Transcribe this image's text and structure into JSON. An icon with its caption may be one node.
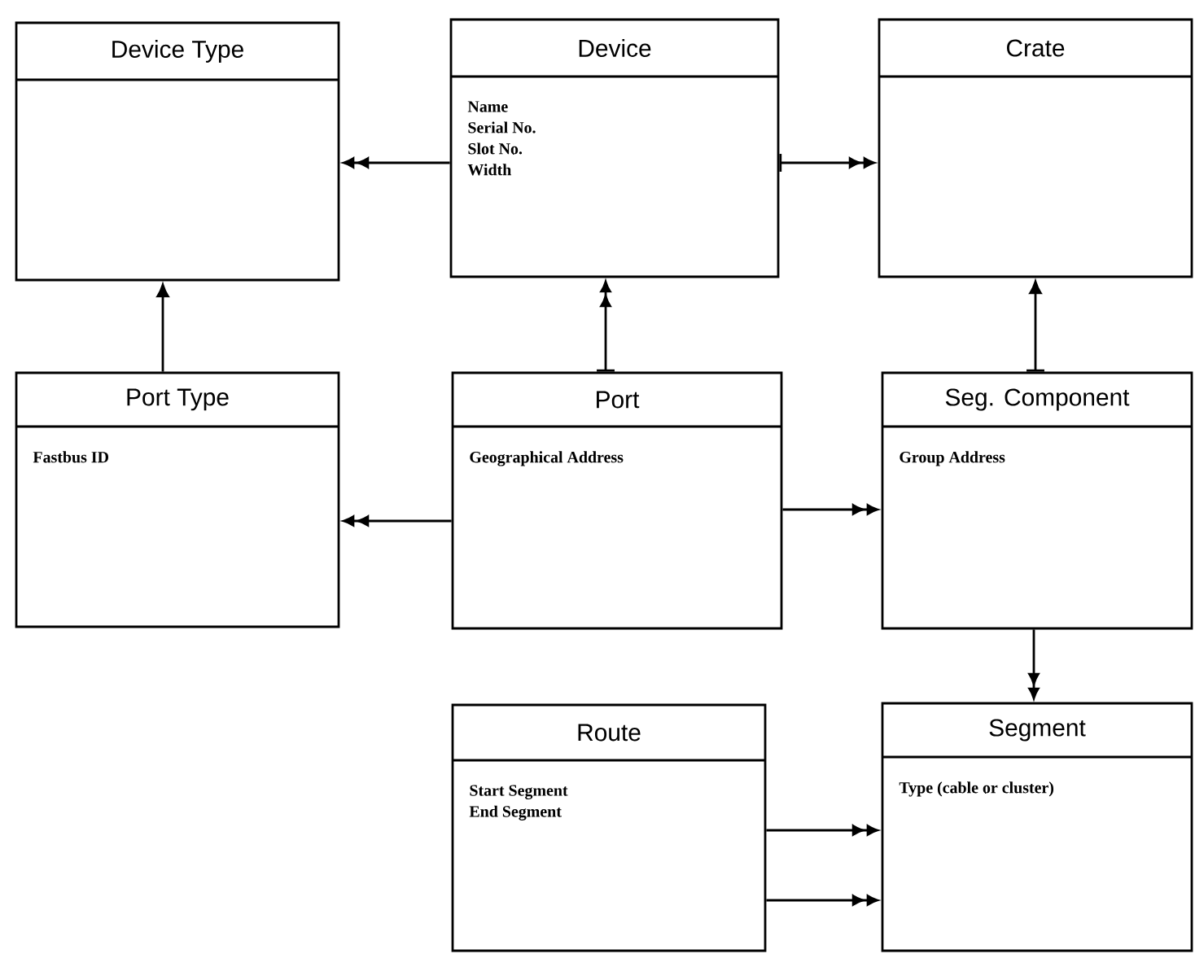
{
  "diagram": {
    "nodes": [
      {
        "text": [
          "Device Type"
        ]
      },
      {
        "text": [
          "Device",
          "Name",
          "Serial No.",
          "Slot No.",
          "Width"
        ]
      },
      {
        "text": [
          "Crate"
        ]
      },
      {
        "text": [
          "Port Type",
          "Fastbus ID"
        ]
      },
      {
        "text": [
          "Port",
          "Geographical Address"
        ]
      },
      {
        "text": [
          "Seg. Component",
          "Group Address"
        ]
      },
      {
        "text": [
          "Route",
          "Start Segment",
          "End Segment"
        ]
      },
      {
        "text": [
          "Segment",
          "Type (cable or cluster)"
        ]
      }
    ],
    "edges": [
      {
        "from": 1,
        "to": 0,
        "arrow": "to"
      },
      {
        "from": 1,
        "to": 2,
        "arrow": "to"
      },
      {
        "from": 4,
        "to": 1,
        "arrow": "to"
      },
      {
        "from": 3,
        "to": 0,
        "arrow": "to"
      },
      {
        "from": 5,
        "to": 2,
        "arrow": "to"
      },
      {
        "from": 4,
        "to": 3,
        "arrow": "to"
      },
      {
        "from": 4,
        "to": 5,
        "arrow": "to"
      },
      {
        "from": 5,
        "to": 7,
        "arrow": "to"
      },
      {
        "from": 6,
        "to": 7,
        "arrow": "to"
      },
      {
        "from": 6,
        "to": 7,
        "arrow": "to"
      }
    ]
  }
}
